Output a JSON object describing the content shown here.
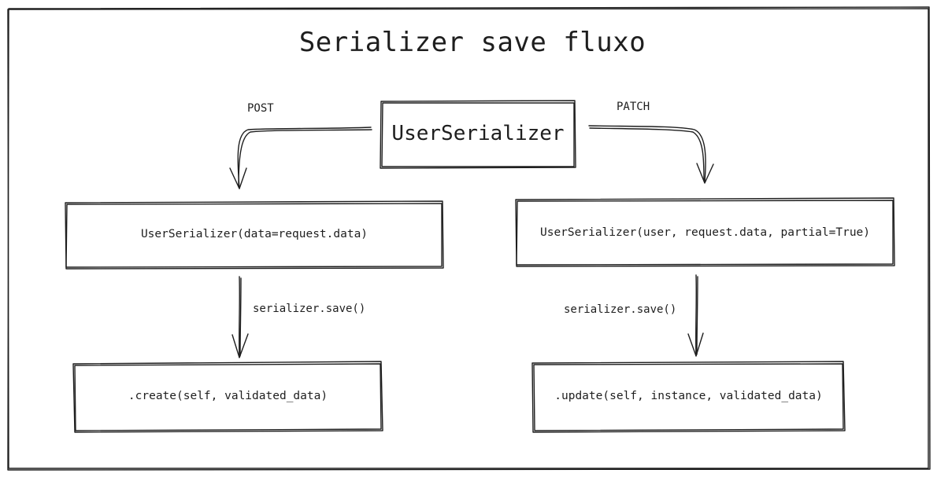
{
  "diagram": {
    "title": "Serializer save fluxo",
    "root": {
      "label": "UserSerializer"
    },
    "branches": {
      "left": {
        "edge_label": "POST",
        "instantiate_label": "UserSerializer(data=request.data)",
        "save_label": "serializer.save()",
        "method_label": ".create(self, validated_data)"
      },
      "right": {
        "edge_label": "PATCH",
        "instantiate_label": "UserSerializer(user, request.data, partial=True)",
        "save_label": "serializer.save()",
        "method_label": ".update(self, instance, validated_data)"
      }
    }
  }
}
